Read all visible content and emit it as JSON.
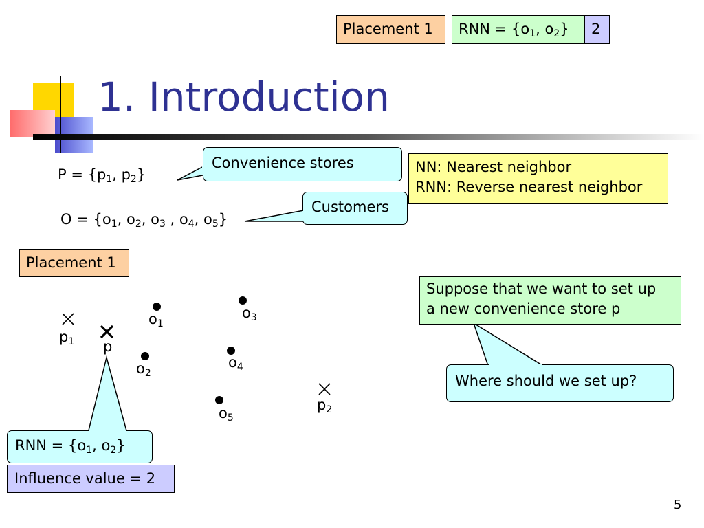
{
  "top_bar": {
    "placement_label": "Placement 1",
    "rnn_prefix": "RNN = {o",
    "rnn_sub1": "1",
    "rnn_mid": ", o",
    "rnn_sub2": "2",
    "rnn_suffix": "}",
    "influence_value": "2"
  },
  "slide_title": "1. Introduction",
  "sets": {
    "p_prefix": "P = {p",
    "p_sub1": "1",
    "p_mid": ", p",
    "p_sub2": "2",
    "p_suffix": "}",
    "o_prefix": "O = {o",
    "o_sub1": "1",
    "o_sep1": ", o",
    "o_sub2": "2",
    "o_sep2": ", o",
    "o_sub3": "3",
    "o_sep3": " , o",
    "o_sub4": "4",
    "o_sep4": ", o",
    "o_sub5": "5",
    "o_suffix": "}"
  },
  "callouts": {
    "convenience_stores": "Convenience stores",
    "customers": "Customers",
    "where_setup": "Where should we set up?"
  },
  "legend": {
    "line1": "NN: Nearest neighbor",
    "line2": "RNN: Reverse nearest neighbor"
  },
  "placement_label": "Placement 1",
  "suppose": {
    "line1": "Suppose that we want to set up",
    "line2": "a new convenience store p"
  },
  "points": {
    "p1": {
      "base": "p",
      "sub": "1"
    },
    "p": {
      "base": "p",
      "sub": ""
    },
    "p2": {
      "base": "p",
      "sub": "2"
    },
    "o1": {
      "base": "o",
      "sub": "1"
    },
    "o2": {
      "base": "o",
      "sub": "2"
    },
    "o3": {
      "base": "o",
      "sub": "3"
    },
    "o4": {
      "base": "o",
      "sub": "4"
    },
    "o5": {
      "base": "o",
      "sub": "5"
    }
  },
  "result": {
    "rnn_prefix": "RNN = {o",
    "rnn_sub1": "1",
    "rnn_mid": ", o",
    "rnn_sub2": "2",
    "rnn_suffix": "}",
    "influence": "Influence value = 2"
  },
  "page_number": "5",
  "colors": {
    "title": "#2e3192",
    "orange": "#fdd0a2",
    "green": "#ccffcc",
    "purple": "#ccccff",
    "yellow": "#ffff99",
    "cyan": "#ccffff"
  }
}
